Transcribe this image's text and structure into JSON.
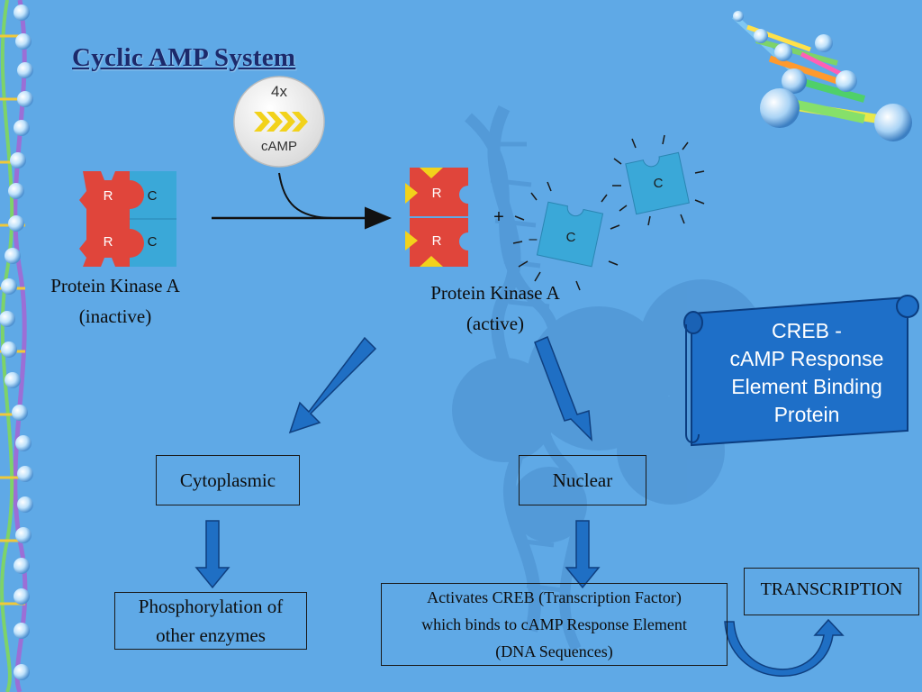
{
  "title": "Cyclic AMP System",
  "camp": {
    "count": "4x",
    "name": "cAMP"
  },
  "subunit_labels": {
    "regulatory": "R",
    "catalytic": "C"
  },
  "plus_sign": "+",
  "minus_sign": "–",
  "inactive": {
    "line1": "Protein Kinase A",
    "line2": "(inactive)"
  },
  "active": {
    "line1": "Protein Kinase A",
    "line2": "(active)"
  },
  "creb": {
    "line1": "CREB -",
    "line2": "cAMP Response",
    "line3": "Element Binding",
    "line4": "Protein"
  },
  "branches": {
    "cytoplasmic": "Cytoplasmic",
    "nuclear": "Nuclear"
  },
  "outcomes": {
    "phosphorylation": {
      "line1": "Phosphorylation of",
      "line2": "other enzymes"
    },
    "activates": {
      "line1": "Activates CREB (Transcription Factor)",
      "line2": "which binds to cAMP Response Element",
      "line3": "(DNA Sequences)"
    },
    "transcription": "TRANSCRIPTION"
  },
  "colors": {
    "background": "#5fa9e6",
    "regulatory": "#e0453b",
    "catalytic": "#3aa8d8",
    "camp_arrow": "#f2d21b",
    "flow_arrow": "#1f6fc4",
    "creb_banner": "#1e6fc8"
  }
}
